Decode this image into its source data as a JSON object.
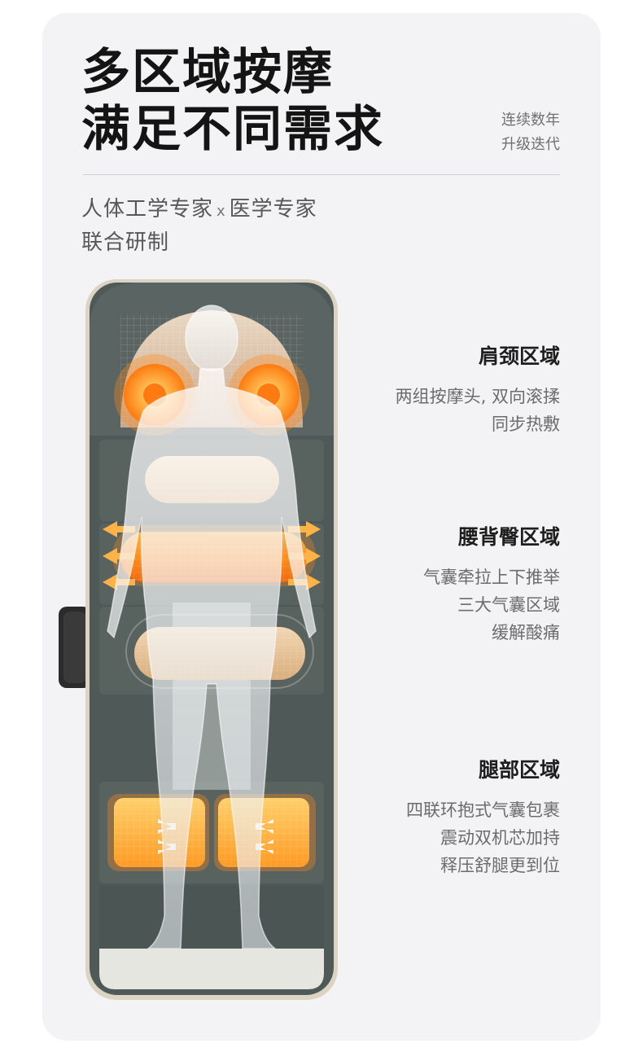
{
  "headline": {
    "line1": "多区域按摩",
    "line2": "满足不同需求"
  },
  "side_note": {
    "line1": "连续数年",
    "line2": "升级迭代"
  },
  "subheading": {
    "part1": "人体工学专家",
    "times": "x",
    "part2": "医学专家",
    "line2": "联合研制"
  },
  "zones": [
    {
      "title": "肩颈区域",
      "lines": [
        "两组按摩头, 双向滚揉",
        "同步热敷"
      ]
    },
    {
      "title": "腰背臀区域",
      "lines": [
        "气囊牵拉上下推举",
        "三大气囊区域",
        "缓解酸痛"
      ]
    },
    {
      "title": "腿部区域",
      "lines": [
        "四联环抱式气囊包裹",
        "震动双机芯加持",
        "释压舒腿更到位"
      ]
    }
  ],
  "colors": {
    "mat": "#4f5a58",
    "mat_panel": "#58625f",
    "mat_border": "#dcd4c2",
    "heat_orange": "#ff8a1a",
    "heat_core": "#ffb347",
    "airbag_beige": "#e7c49b",
    "body_silhouette": "#eef1f4"
  },
  "icons": [
    "massage-mat-illustration",
    "controller-icon",
    "arrow-icons"
  ]
}
